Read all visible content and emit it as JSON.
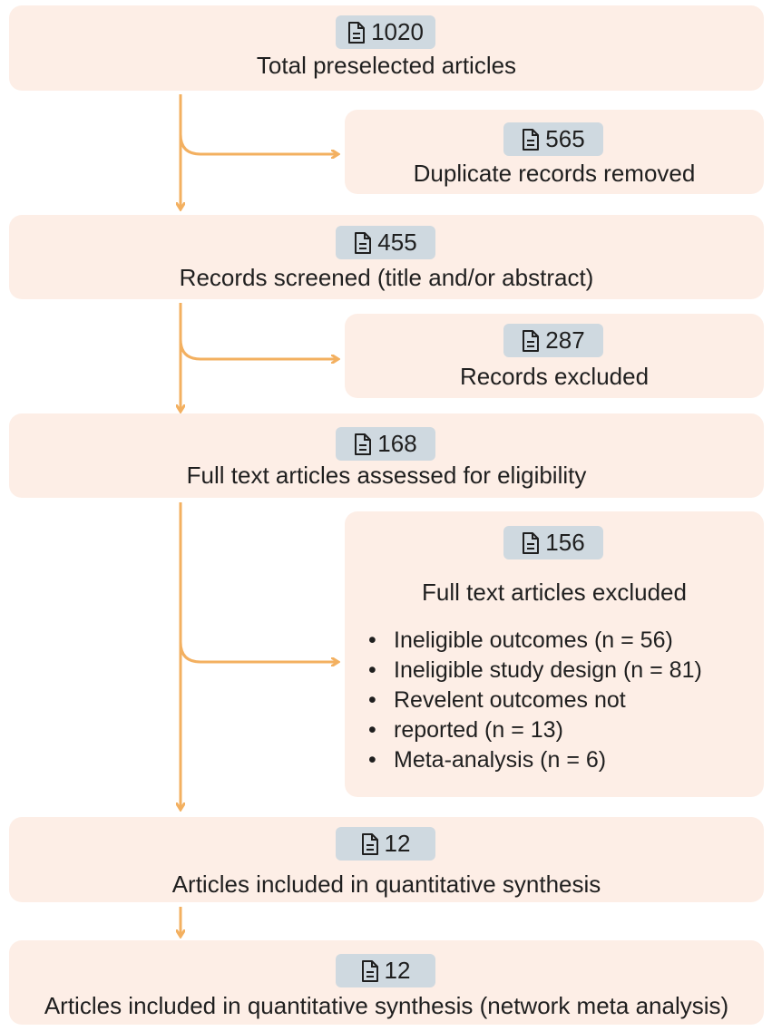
{
  "colors": {
    "box_fill": "#fdeee6",
    "badge_fill": "#cfd9e0",
    "arrow": "#f3b060"
  },
  "icon": "document-icon",
  "steps": [
    {
      "count": "1020",
      "label": "Total preselected articles"
    },
    {
      "count": "565",
      "label": "Duplicate records removed"
    },
    {
      "count": "455",
      "label": "Records screened (title and/or abstract)"
    },
    {
      "count": "287",
      "label": "Records excluded"
    },
    {
      "count": "168",
      "label": "Full text articles assessed for eligibility"
    },
    {
      "count": "156",
      "label": "Full text articles excluded",
      "reasons": [
        "Ineligible outcomes (n = 56)",
        "Ineligible study design (n = 81)",
        "Revelent outcomes not",
        "reported (n = 13)",
        "Meta-analysis (n = 6)"
      ]
    },
    {
      "count": "12",
      "label": "Articles included in quantitative synthesis"
    },
    {
      "count": "12",
      "label": "Articles included in quantitative synthesis (network meta analysis)"
    }
  ]
}
